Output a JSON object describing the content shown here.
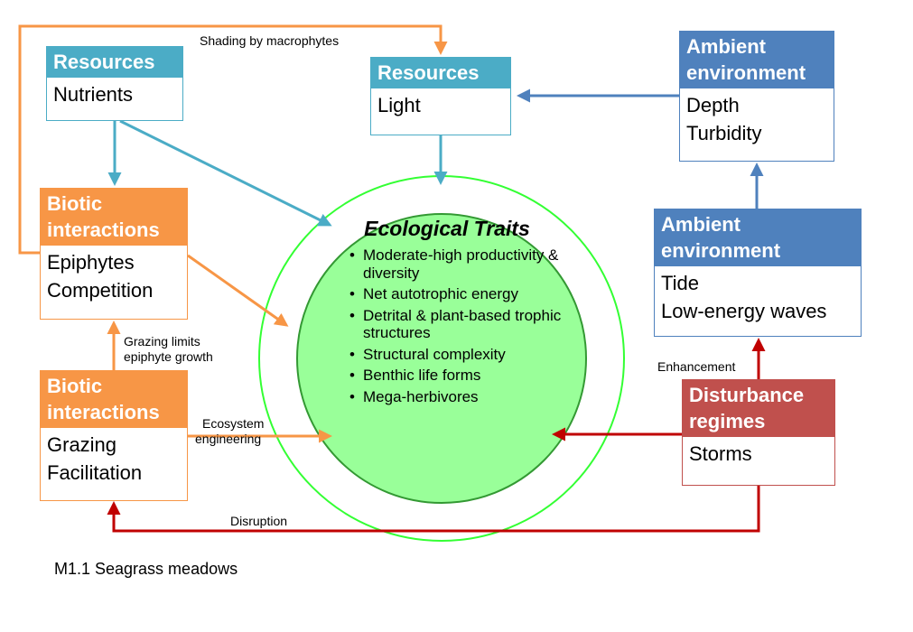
{
  "title": "M1.1 Seagrass meadows",
  "colors": {
    "resources": "#4BACC6",
    "biotic": "#F79646",
    "ambient": "#4F81BD",
    "disturbance": "#C0504D",
    "arrow_red": "#C00000",
    "core_fill": "#99FF99",
    "core_ring": "#33CC33"
  },
  "boxes": {
    "resources_nutrients": {
      "header": "Resources",
      "lines": [
        "Nutrients"
      ]
    },
    "resources_light": {
      "header": "Resources",
      "lines": [
        "Light"
      ]
    },
    "ambient_depth": {
      "header_lines": [
        "Ambient",
        "environment"
      ],
      "lines": [
        "Depth",
        "Turbidity"
      ]
    },
    "biotic_epiphytes": {
      "header_lines": [
        "Biotic",
        "interactions"
      ],
      "lines": [
        "Epiphytes",
        "Competition"
      ]
    },
    "ambient_tide": {
      "header_lines": [
        "Ambient",
        "environment"
      ],
      "lines": [
        "Tide",
        "Low-energy waves"
      ]
    },
    "biotic_grazing": {
      "header_lines": [
        "Biotic",
        "interactions"
      ],
      "lines": [
        "Grazing",
        "Facilitation"
      ]
    },
    "disturbance": {
      "header_lines": [
        "Disturbance",
        "regimes"
      ],
      "lines": [
        "Storms"
      ]
    }
  },
  "core": {
    "title": "Ecological Traits",
    "traits": [
      "Moderate-high productivity & diversity",
      "Net autotrophic energy",
      "Detrital & plant-based trophic structures",
      "Structural complexity",
      "Benthic life forms",
      "Mega-herbivores"
    ]
  },
  "arrow_labels": {
    "shading": "Shading by macrophytes",
    "grazing_limits": [
      "Grazing limits",
      "epiphyte growth"
    ],
    "ecosystem_engineering": [
      "Ecosystem",
      "engineering"
    ],
    "enhancement": "Enhancement",
    "disruption": "Disruption"
  }
}
